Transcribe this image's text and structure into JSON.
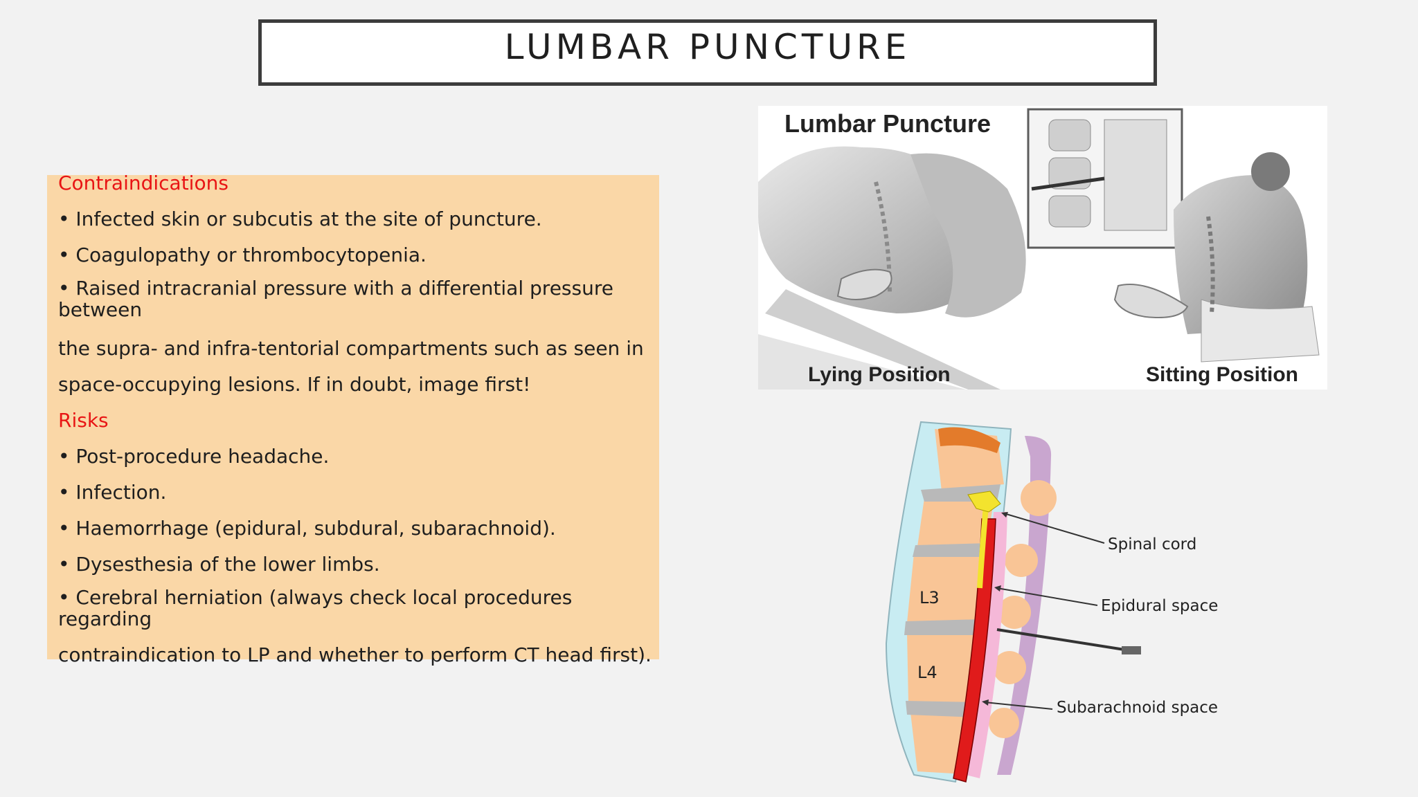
{
  "slide": {
    "title": "LUMBAR PUNCTURE"
  },
  "content": {
    "contraindications_heading": "Contraindications",
    "contraindications": [
      "• Infected skin or subcutis at the site of puncture.",
      "• Coagulopathy or thrombocytopenia.",
      "• Raised intracranial pressure with a differential pressure between",
      "the supra- and infra-tentorial compartments such as seen in",
      "space-occupying lesions. If in doubt, image first!"
    ],
    "risks_heading": "Risks",
    "risks": [
      "• Post-procedure headache.",
      "• Infection.",
      "• Haemorrhage (epidural, subdural, subarachnoid).",
      "• Dysesthesia of the lower limbs.",
      "• Cerebral herniation (always check local procedures regarding",
      "contraindication to LP and whether to perform CT head first)."
    ]
  },
  "figure_photo": {
    "title": "Lumbar Puncture",
    "left_caption": "Lying Position",
    "right_caption": "Sitting Position"
  },
  "figure_diagram": {
    "vertebra_upper": "L3",
    "vertebra_lower": "L4",
    "label_spinal_cord": "Spinal cord",
    "label_epidural": "Epidural space",
    "label_subarachnoid": "Subarachnoid space"
  },
  "colors": {
    "panel": "#fad7a7",
    "heading": "#e81414",
    "csf_red": "#e01b1b",
    "bone": "#f9c596",
    "disc": "#b9b9b9"
  }
}
